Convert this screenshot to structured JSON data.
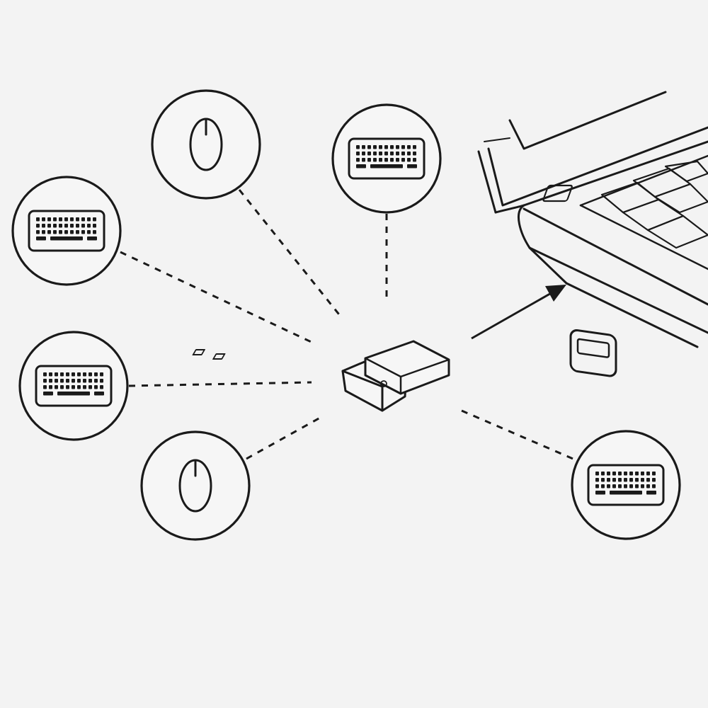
{
  "diagram": {
    "colors": {
      "background": "#f3f3f3",
      "ink": "#1a1a1a",
      "badge_fill": "#f6f6f6"
    },
    "hub": {
      "icon": "usb-receiver-icon"
    },
    "target": {
      "icon": "laptop-icon",
      "port_icon": "usb-port-icon",
      "connector_icon": "arrow-icon"
    },
    "devices": [
      {
        "id": "mouse-top",
        "icon": "mouse-icon"
      },
      {
        "id": "keyboard-top",
        "icon": "keyboard-icon"
      },
      {
        "id": "keyboard-left-upper",
        "icon": "keyboard-icon"
      },
      {
        "id": "keyboard-left-lower",
        "icon": "keyboard-icon"
      },
      {
        "id": "mouse-bottom",
        "icon": "mouse-icon"
      },
      {
        "id": "keyboard-right",
        "icon": "keyboard-icon"
      }
    ]
  }
}
